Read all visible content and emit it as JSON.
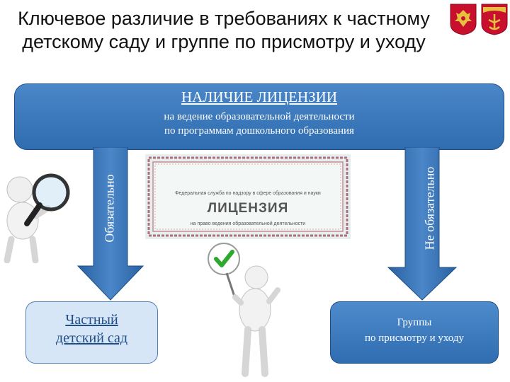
{
  "title": {
    "line1": "Ключевое различие в требованиях к частному",
    "line2": "детскому саду и группе по присмотру и уходу"
  },
  "banner": {
    "title": "НАЛИЧИЕ ЛИЦЕНЗИИ",
    "sub1": "на ведение образовательной деятельности",
    "sub2": "по программам дошкольного образования"
  },
  "arrows": {
    "left_label": "Обязательно",
    "right_label": "Не обязательно"
  },
  "certificate": {
    "line1": "Федеральная служба по надзору в сфере образования и науки",
    "heading": "ЛИЦЕНЗИЯ",
    "line2": "на право ведения образовательной деятельности"
  },
  "boxes": {
    "left": {
      "line1": "Частный",
      "line2": "детский сад"
    },
    "right": {
      "line1": "Группы",
      "line2": "по присмотру и уходу"
    }
  },
  "colors": {
    "blue_primary": "#2f6db0",
    "blue_light": "#d7e6f6",
    "check_green": "#2fa82f"
  },
  "icons": [
    "coat-of-arms-russia",
    "coat-of-arms-region",
    "magnifier-figure",
    "checkmark-figure"
  ]
}
